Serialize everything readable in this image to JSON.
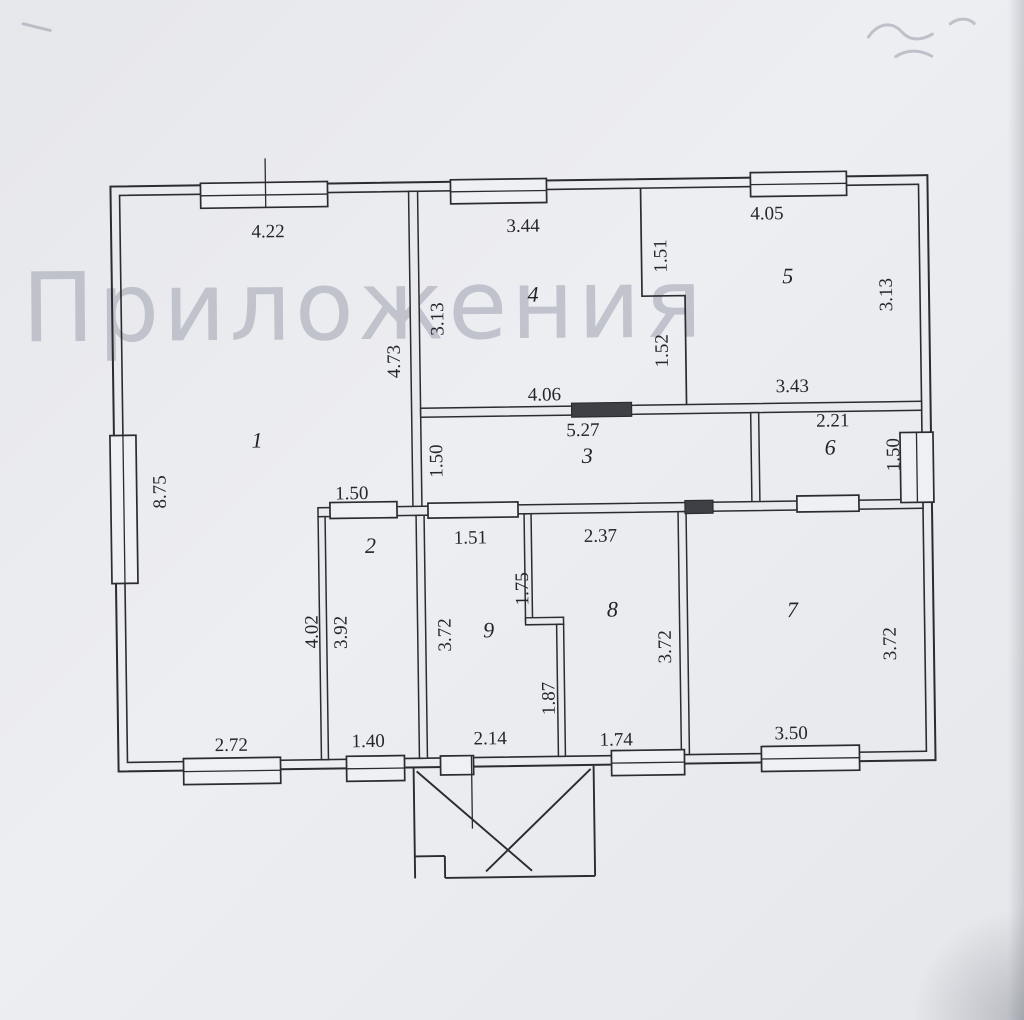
{
  "watermark": "Приложения",
  "rooms": {
    "r1": "1",
    "r2": "2",
    "r3": "3",
    "r4": "4",
    "r5": "5",
    "r6": "6",
    "r7": "7",
    "r8": "8",
    "r9": "9"
  },
  "dims": {
    "room1_top": "4.22",
    "room4_top": "3.44",
    "room5_top": "4.05",
    "room4_bottom": "4.06",
    "room5_bottom": "3.43",
    "corridor_width": "5.27",
    "room6_top": "2.21",
    "room2_opening": "1.50",
    "room9_opening": "1.51",
    "room8_opening": "2.37",
    "win_b1": "2.72",
    "win_b2": "1.40",
    "room9_bottom": "2.14",
    "win_b3": "1.74",
    "win_b4": "3.50",
    "room4_left": "3.13",
    "room1_right": "4.73",
    "niche_upper": "1.51",
    "niche_lower": "1.52",
    "room5_right": "3.13",
    "room1_left": "8.75",
    "corridor_left": "1.50",
    "room6_right": "1.50",
    "room2_left": "4.02",
    "room2_right": "3.92",
    "room9_left": "3.72",
    "room9_jog_upper": "1.75",
    "room9_jog_lower": "1.87",
    "room8_right": "3.72",
    "room7_right": "3.72"
  },
  "colors": {
    "paper": "#e9eaee",
    "paperlite": "#eef0f3",
    "ink": "#2b2b30",
    "watermark": "#9ca1af"
  }
}
